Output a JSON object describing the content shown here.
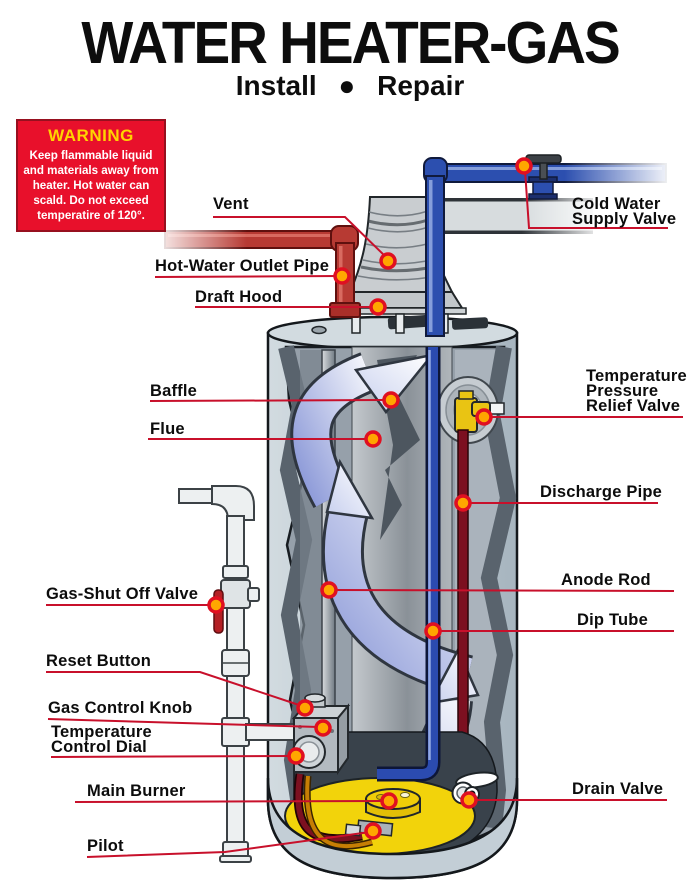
{
  "title": "WATER HEATER-GAS",
  "subtitle": "Install ● Repair",
  "warning": {
    "heading": "WARNING",
    "body": "Keep flammable liquid and materials away from heater. Hot water can scald. Do not exceed temperatire of 120°."
  },
  "labels": {
    "vent": "Vent",
    "hot_water_outlet_pipe": "Hot-Water Outlet Pipe",
    "draft_hood": "Draft Hood",
    "cold_water_supply_valve": "Cold Water\nSupply Valve",
    "baffle": "Baffle",
    "flue": "Flue",
    "temperature_pressure_relief_valve": "Temperature\nPressure\nRelief Valve",
    "discharge_pipe": "Discharge Pipe",
    "anode_rod": "Anode Rod",
    "dip_tube": "Dip Tube",
    "gas_shut_off_valve": "Gas-Shut Off Valve",
    "reset_button": "Reset Button",
    "gas_control_knob": "Gas Control Knob",
    "temperature_control_dial": "Temperature\nControl Dial",
    "main_burner": "Main Burner",
    "pilot": "Pilot",
    "drain_valve": "Drain Valve"
  },
  "colors": {
    "leader_line_red": "#c8102b",
    "callout_dot_orange": "#ffa600",
    "callout_ring_red": "#e01021",
    "warning_bg": "#e8102b",
    "warning_heading_yellow": "#ffd400",
    "hot_pipe_red": "#b73a33",
    "cold_pipe_blue": "#2c4faf",
    "tank_gray": "#bcc8d1",
    "burner_yellow": "#f2d30b",
    "valve_yellow": "#e9c413",
    "discharge_dark_red": "#7c1020"
  }
}
